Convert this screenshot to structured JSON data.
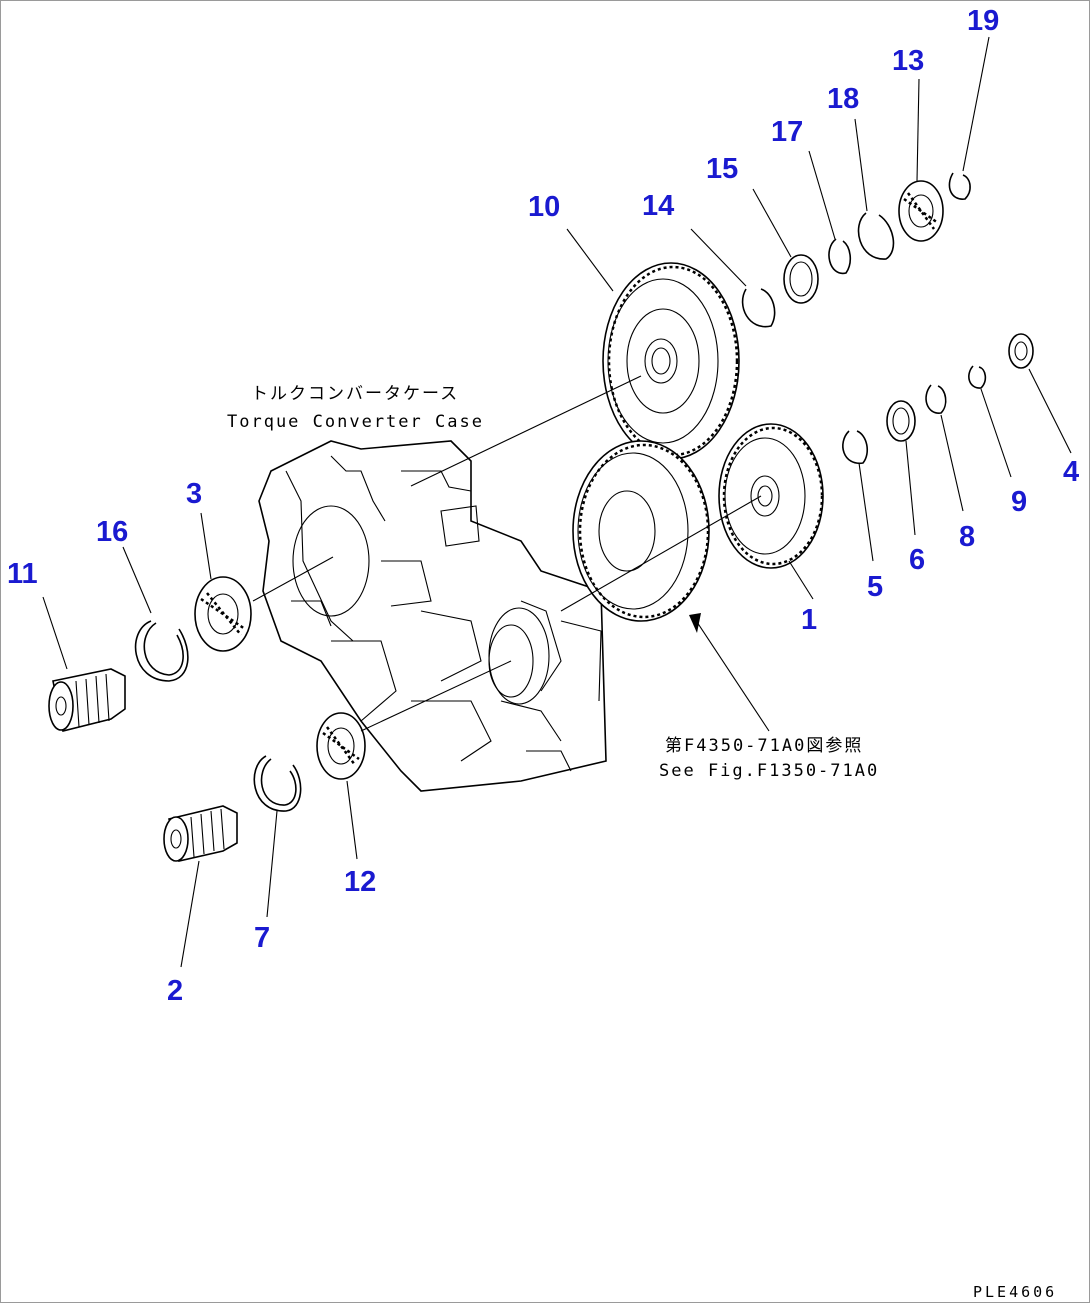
{
  "diagram": {
    "parts": [
      "1",
      "2",
      "3",
      "4",
      "5",
      "6",
      "7",
      "8",
      "9",
      "10",
      "11",
      "12",
      "13",
      "14",
      "15",
      "16",
      "17",
      "18",
      "19"
    ],
    "case_label_jp": "トルクコンバータケース",
    "case_label_en": "Torque Converter Case",
    "ref_label_jp": "第F4350-71A0図参照",
    "ref_label_en": "See Fig.F1350-71A0",
    "drawing_number": "PLE4606",
    "colors": {
      "callout": "#1a1ad0",
      "line": "#000000",
      "background": "#ffffff"
    }
  }
}
